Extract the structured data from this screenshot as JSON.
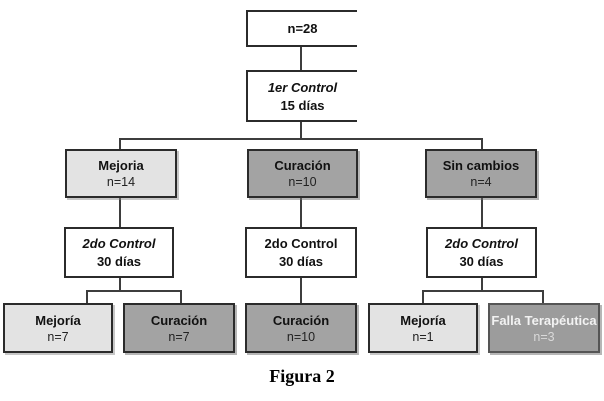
{
  "figure": {
    "caption": "Figura 2"
  },
  "colors": {
    "light_box": "#e3e3e3",
    "dark_box": "#a3a3a3",
    "falla_box": "#9c9c9c",
    "box_border": "#2b2b2b",
    "connector_line": "#3d3d3d",
    "light_text": "#f2f2f2"
  },
  "nodes": {
    "total": {
      "label": "n=28"
    },
    "control1": {
      "title": "1er Control",
      "subtitle": "15 días"
    },
    "branch_mejoria": {
      "title": "Mejoria",
      "subtitle": "n=14"
    },
    "branch_curacion": {
      "title": "Curación",
      "subtitle": "n=10"
    },
    "branch_sincambios": {
      "title": "Sin cambios",
      "subtitle": "n=4"
    },
    "control2_left": {
      "title": "2do Control",
      "subtitle": "30 días"
    },
    "control2_mid": {
      "title": "2do Control",
      "subtitle": "30 días"
    },
    "control2_right": {
      "title": "2do Control",
      "subtitle": "30 días"
    },
    "out_mejoria7": {
      "title": "Mejoría",
      "subtitle": "n=7"
    },
    "out_curacion7": {
      "title": "Curación",
      "subtitle": "n=7"
    },
    "out_curacion10": {
      "title": "Curación",
      "subtitle": "n=10"
    },
    "out_mejoria1": {
      "title": "Mejoría",
      "subtitle": "n=1"
    },
    "out_falla3": {
      "title": "Falla Terapéutica",
      "subtitle": "n=3"
    }
  }
}
